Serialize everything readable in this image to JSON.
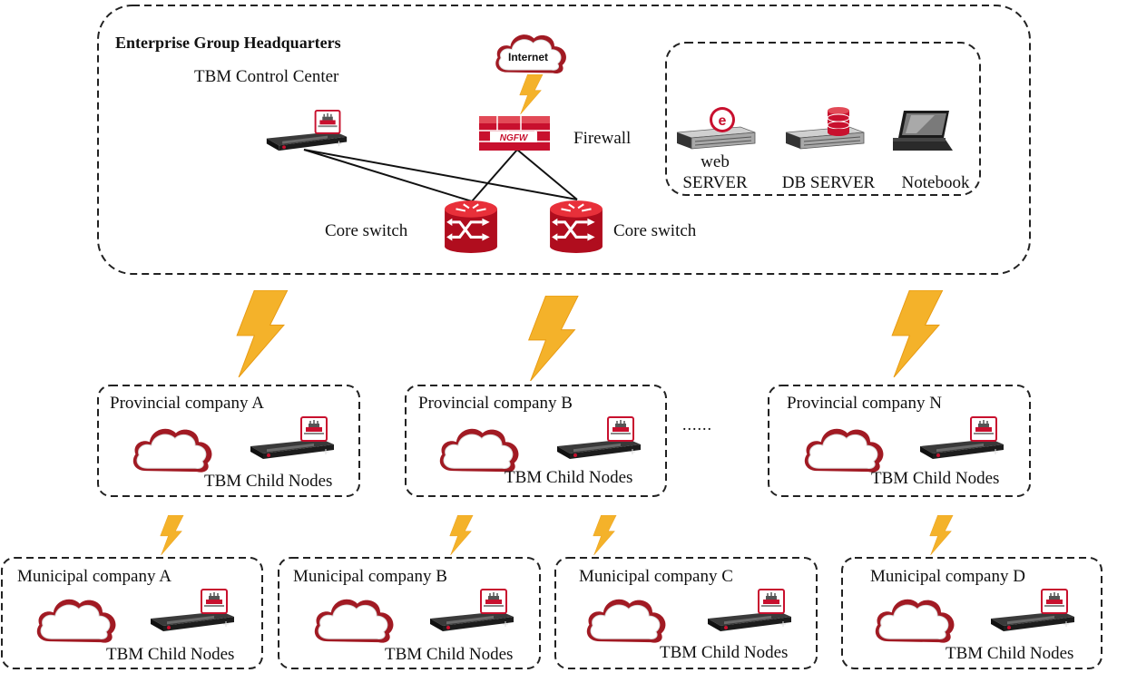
{
  "headquarters": {
    "title": "Enterprise Group Headquarters",
    "control_center": "TBM Control Center",
    "internet": "Internet",
    "ngfw": "NGFW",
    "firewall": "Firewall",
    "core_switch_left": "Core switch",
    "core_switch_right": "Core switch",
    "servers": {
      "web_line1": "web",
      "web_line2": "SERVER",
      "db": "DB SERVER",
      "notebook": "Notebook"
    }
  },
  "provincial": [
    {
      "name": "Provincial company A",
      "nodes": "TBM Child Nodes"
    },
    {
      "name": "Provincial company B",
      "nodes": "TBM Child Nodes"
    },
    {
      "name": "Provincial company N",
      "nodes": "TBM Child Nodes"
    }
  ],
  "ellipsis": "......",
  "municipal": [
    {
      "name": "Municipal company A",
      "nodes": "TBM Child Nodes"
    },
    {
      "name": "Municipal company B",
      "nodes": "TBM Child Nodes"
    },
    {
      "name": "Municipal company C",
      "nodes": "TBM Child Nodes"
    },
    {
      "name": "Municipal company D",
      "nodes": "TBM Child Nodes"
    }
  ],
  "colors": {
    "accent_red": "#c8102e",
    "bolt_yellow": "#f4b22a",
    "border": "#222222"
  },
  "icons": [
    "cloud-icon",
    "lightning-icon",
    "appliance-icon",
    "firewall-icon",
    "core-switch-icon",
    "web-server-icon",
    "db-server-icon",
    "notebook-icon"
  ]
}
